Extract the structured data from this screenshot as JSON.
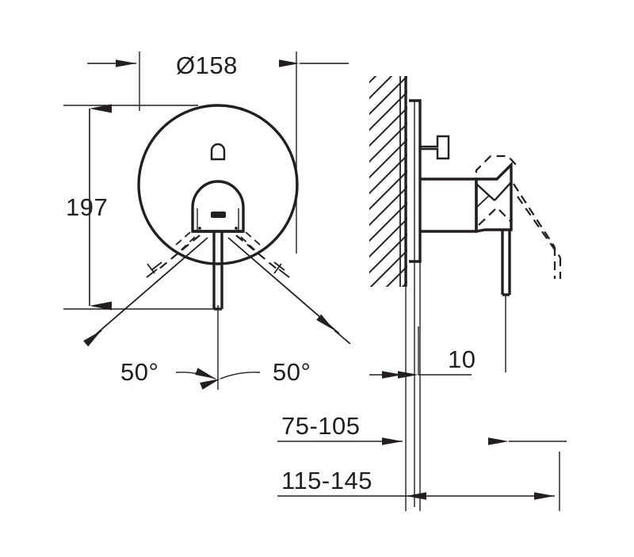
{
  "drawing": {
    "title": "Concealed single-lever mixer dimensional drawing",
    "units": "mm",
    "line_color": "#231f20",
    "background_color": "#ffffff"
  },
  "dimensions": {
    "diameter": {
      "label": "Ø158",
      "value": 158,
      "kind": "diameter",
      "applies_to": "escutcheon-plate"
    },
    "height": {
      "label": "197",
      "value": 197,
      "kind": "linear-vertical",
      "applies_to": "faceplate-to-lever-tip"
    },
    "angle_left": {
      "label": "50°",
      "value": 50,
      "kind": "angular",
      "applies_to": "lever-swing-left"
    },
    "angle_right": {
      "label": "50°",
      "value": 50,
      "kind": "angular",
      "applies_to": "lever-swing-right"
    },
    "plate_thickness": {
      "label": "10",
      "value": 10,
      "kind": "linear-horizontal",
      "applies_to": "escutcheon-depth"
    },
    "install_depth": {
      "label": "75-105",
      "value": "75-105",
      "kind": "linear-horizontal",
      "applies_to": "rough-in-depth-range"
    },
    "projection": {
      "label": "115-145",
      "value": "115-145",
      "kind": "linear-horizontal",
      "applies_to": "overall-projection-range"
    }
  },
  "views": {
    "front": {
      "name": "front-view",
      "parts": [
        "escutcheon-plate",
        "lever-handle",
        "lever-stem",
        "indicator-mark"
      ]
    },
    "side": {
      "name": "side-section-view",
      "parts": [
        "wall-hatching",
        "escutcheon-plate",
        "valve-body",
        "mounting-screw",
        "lever-handle",
        "lever-arm",
        "lever-rotated-ghost"
      ]
    }
  }
}
